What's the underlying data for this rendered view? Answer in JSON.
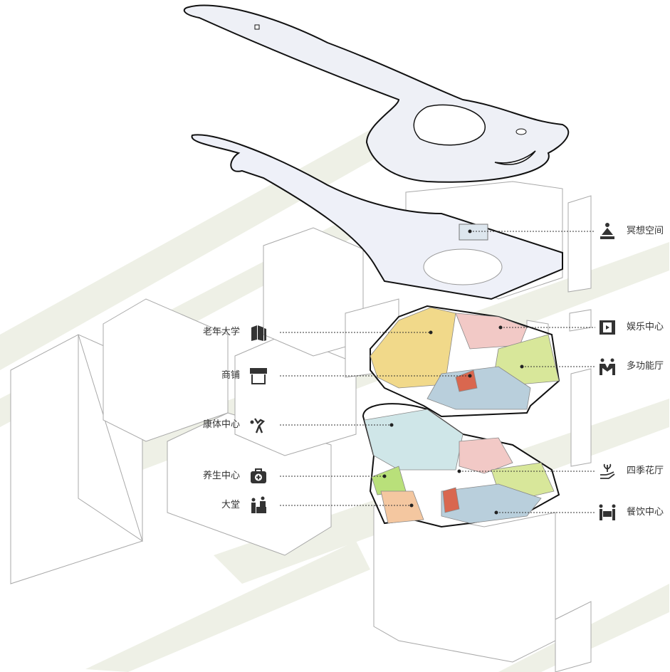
{
  "title": "Exploded axonometric program diagram",
  "colors": {
    "ground": "#eef0e6",
    "building_stroke": "#9a9a9a",
    "yellow": "#f1d98a",
    "pink": "#f2c9c6",
    "green": "#d8e79a",
    "blue": "#b9cfdc",
    "lightblue": "#cfe6e8",
    "orange": "#f4c7a0",
    "red": "#d9674f",
    "lime": "#b9e07a"
  },
  "labels_right": [
    {
      "text": "冥想空间",
      "icon": "meditation-icon"
    },
    {
      "text": "娱乐中心",
      "icon": "film-icon"
    },
    {
      "text": "多功能厅",
      "icon": "people-icon"
    },
    {
      "text": "四季花厅",
      "icon": "plant-hand-icon"
    },
    {
      "text": "餐饮中心",
      "icon": "dining-table-icon"
    }
  ],
  "labels_left": [
    {
      "text": "老年大学",
      "icon": "books-icon"
    },
    {
      "text": "商铺",
      "icon": "shop-icon"
    },
    {
      "text": "康体中心",
      "icon": "exercise-icon"
    },
    {
      "text": "养生中心",
      "icon": "medical-kit-icon"
    },
    {
      "text": "大堂",
      "icon": "reception-icon"
    }
  ]
}
